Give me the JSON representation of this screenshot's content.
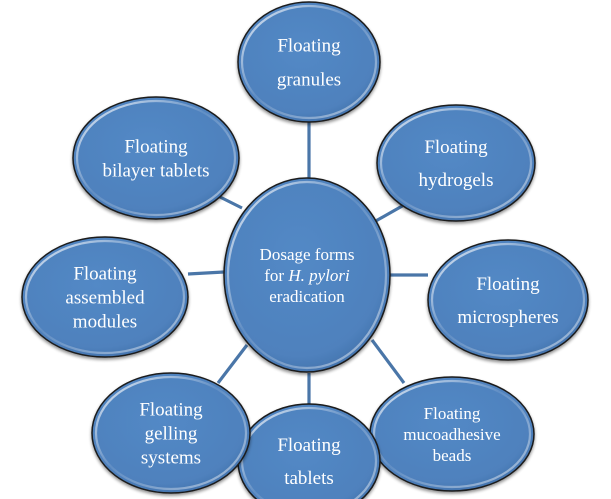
{
  "diagram": {
    "type": "radial-hub-and-spoke",
    "colors": {
      "node_fill": "#4F81BD",
      "node_fill_dark": "#3F6FA8",
      "node_outline": "#1a1a1a",
      "connector": "#4A76A8",
      "text": "#FFFFFF",
      "background": "#FFFFFF"
    },
    "center": {
      "lines": [
        {
          "parts": [
            {
              "text": "Dosage forms",
              "italic": false
            }
          ]
        },
        {
          "parts": [
            {
              "text": "for ",
              "italic": false
            },
            {
              "text": "H. pylori",
              "italic": true
            }
          ]
        },
        {
          "parts": [
            {
              "text": "eradication",
              "italic": false
            }
          ]
        }
      ]
    },
    "nodes": [
      {
        "id": "granules",
        "lines": [
          "Floating",
          "granules"
        ]
      },
      {
        "id": "hydrogels",
        "lines": [
          "Floating",
          "hydrogels"
        ]
      },
      {
        "id": "microspheres",
        "lines": [
          "Floating",
          "microspheres"
        ]
      },
      {
        "id": "mucoadhesive-beads",
        "lines": [
          "Floating",
          "mucoadhesive",
          "beads"
        ]
      },
      {
        "id": "tablets",
        "lines": [
          "Floating",
          "tablets"
        ]
      },
      {
        "id": "gelling-systems",
        "lines": [
          "Floating",
          "gelling",
          "systems"
        ]
      },
      {
        "id": "assembled-modules",
        "lines": [
          "Floating",
          "assembled",
          "modules"
        ]
      },
      {
        "id": "bilayer-tablets",
        "lines": [
          "Floating",
          "bilayer tablets"
        ]
      }
    ]
  }
}
